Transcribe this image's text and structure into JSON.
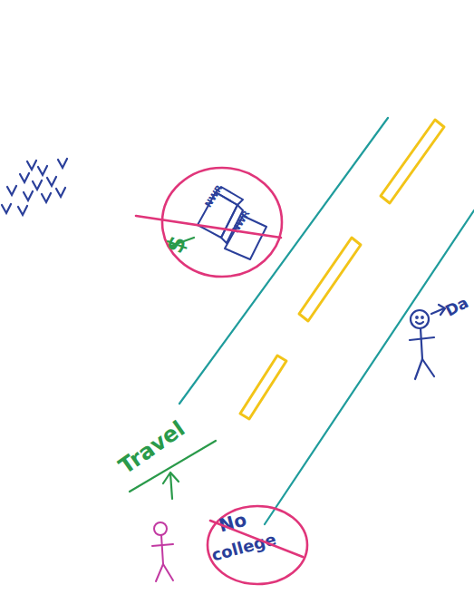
{
  "diagram": {
    "nodes": [
      {
        "text": [
          "$",
          "NWR",
          "NWR"
        ]
      },
      {
        "text": [
          "No",
          "college"
        ]
      }
    ],
    "labels": [
      "Travel",
      "Da"
    ]
  }
}
